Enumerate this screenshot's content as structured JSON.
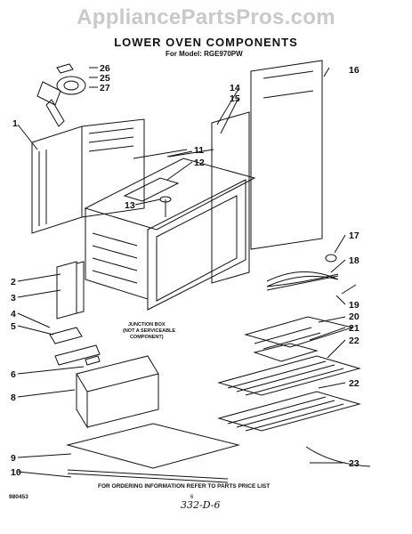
{
  "watermark": "AppliancePartsPros.com",
  "header": {
    "title": "LOWER OVEN COMPONENTS",
    "model": "For Model: RGE970PW"
  },
  "callouts": {
    "c1": "1",
    "c2": "2",
    "c3": "3",
    "c4": "4",
    "c5": "5",
    "c6": "6",
    "c8": "8",
    "c9": "9",
    "c10": "10",
    "c11": "11",
    "c12": "12",
    "c13": "13",
    "c14": "14",
    "c15": "15",
    "c16": "16",
    "c17": "17",
    "c18": "18",
    "c19": "19",
    "c20": "20",
    "c21": "21",
    "c22a": "22",
    "c22b": "22",
    "c23": "23",
    "c25": "25",
    "c26": "26",
    "c27": "27"
  },
  "junction_note": {
    "line1": "JUNCTION BOX",
    "line2": "(NOT A SERVICEABLE",
    "line3": "COMPONENT)"
  },
  "footer": {
    "ordering_note": "FOR ORDERING INFORMATION REFER TO PARTS PRICE LIST",
    "diagram_code": "980453",
    "page_number": "6",
    "handwritten": "332-D-6"
  }
}
